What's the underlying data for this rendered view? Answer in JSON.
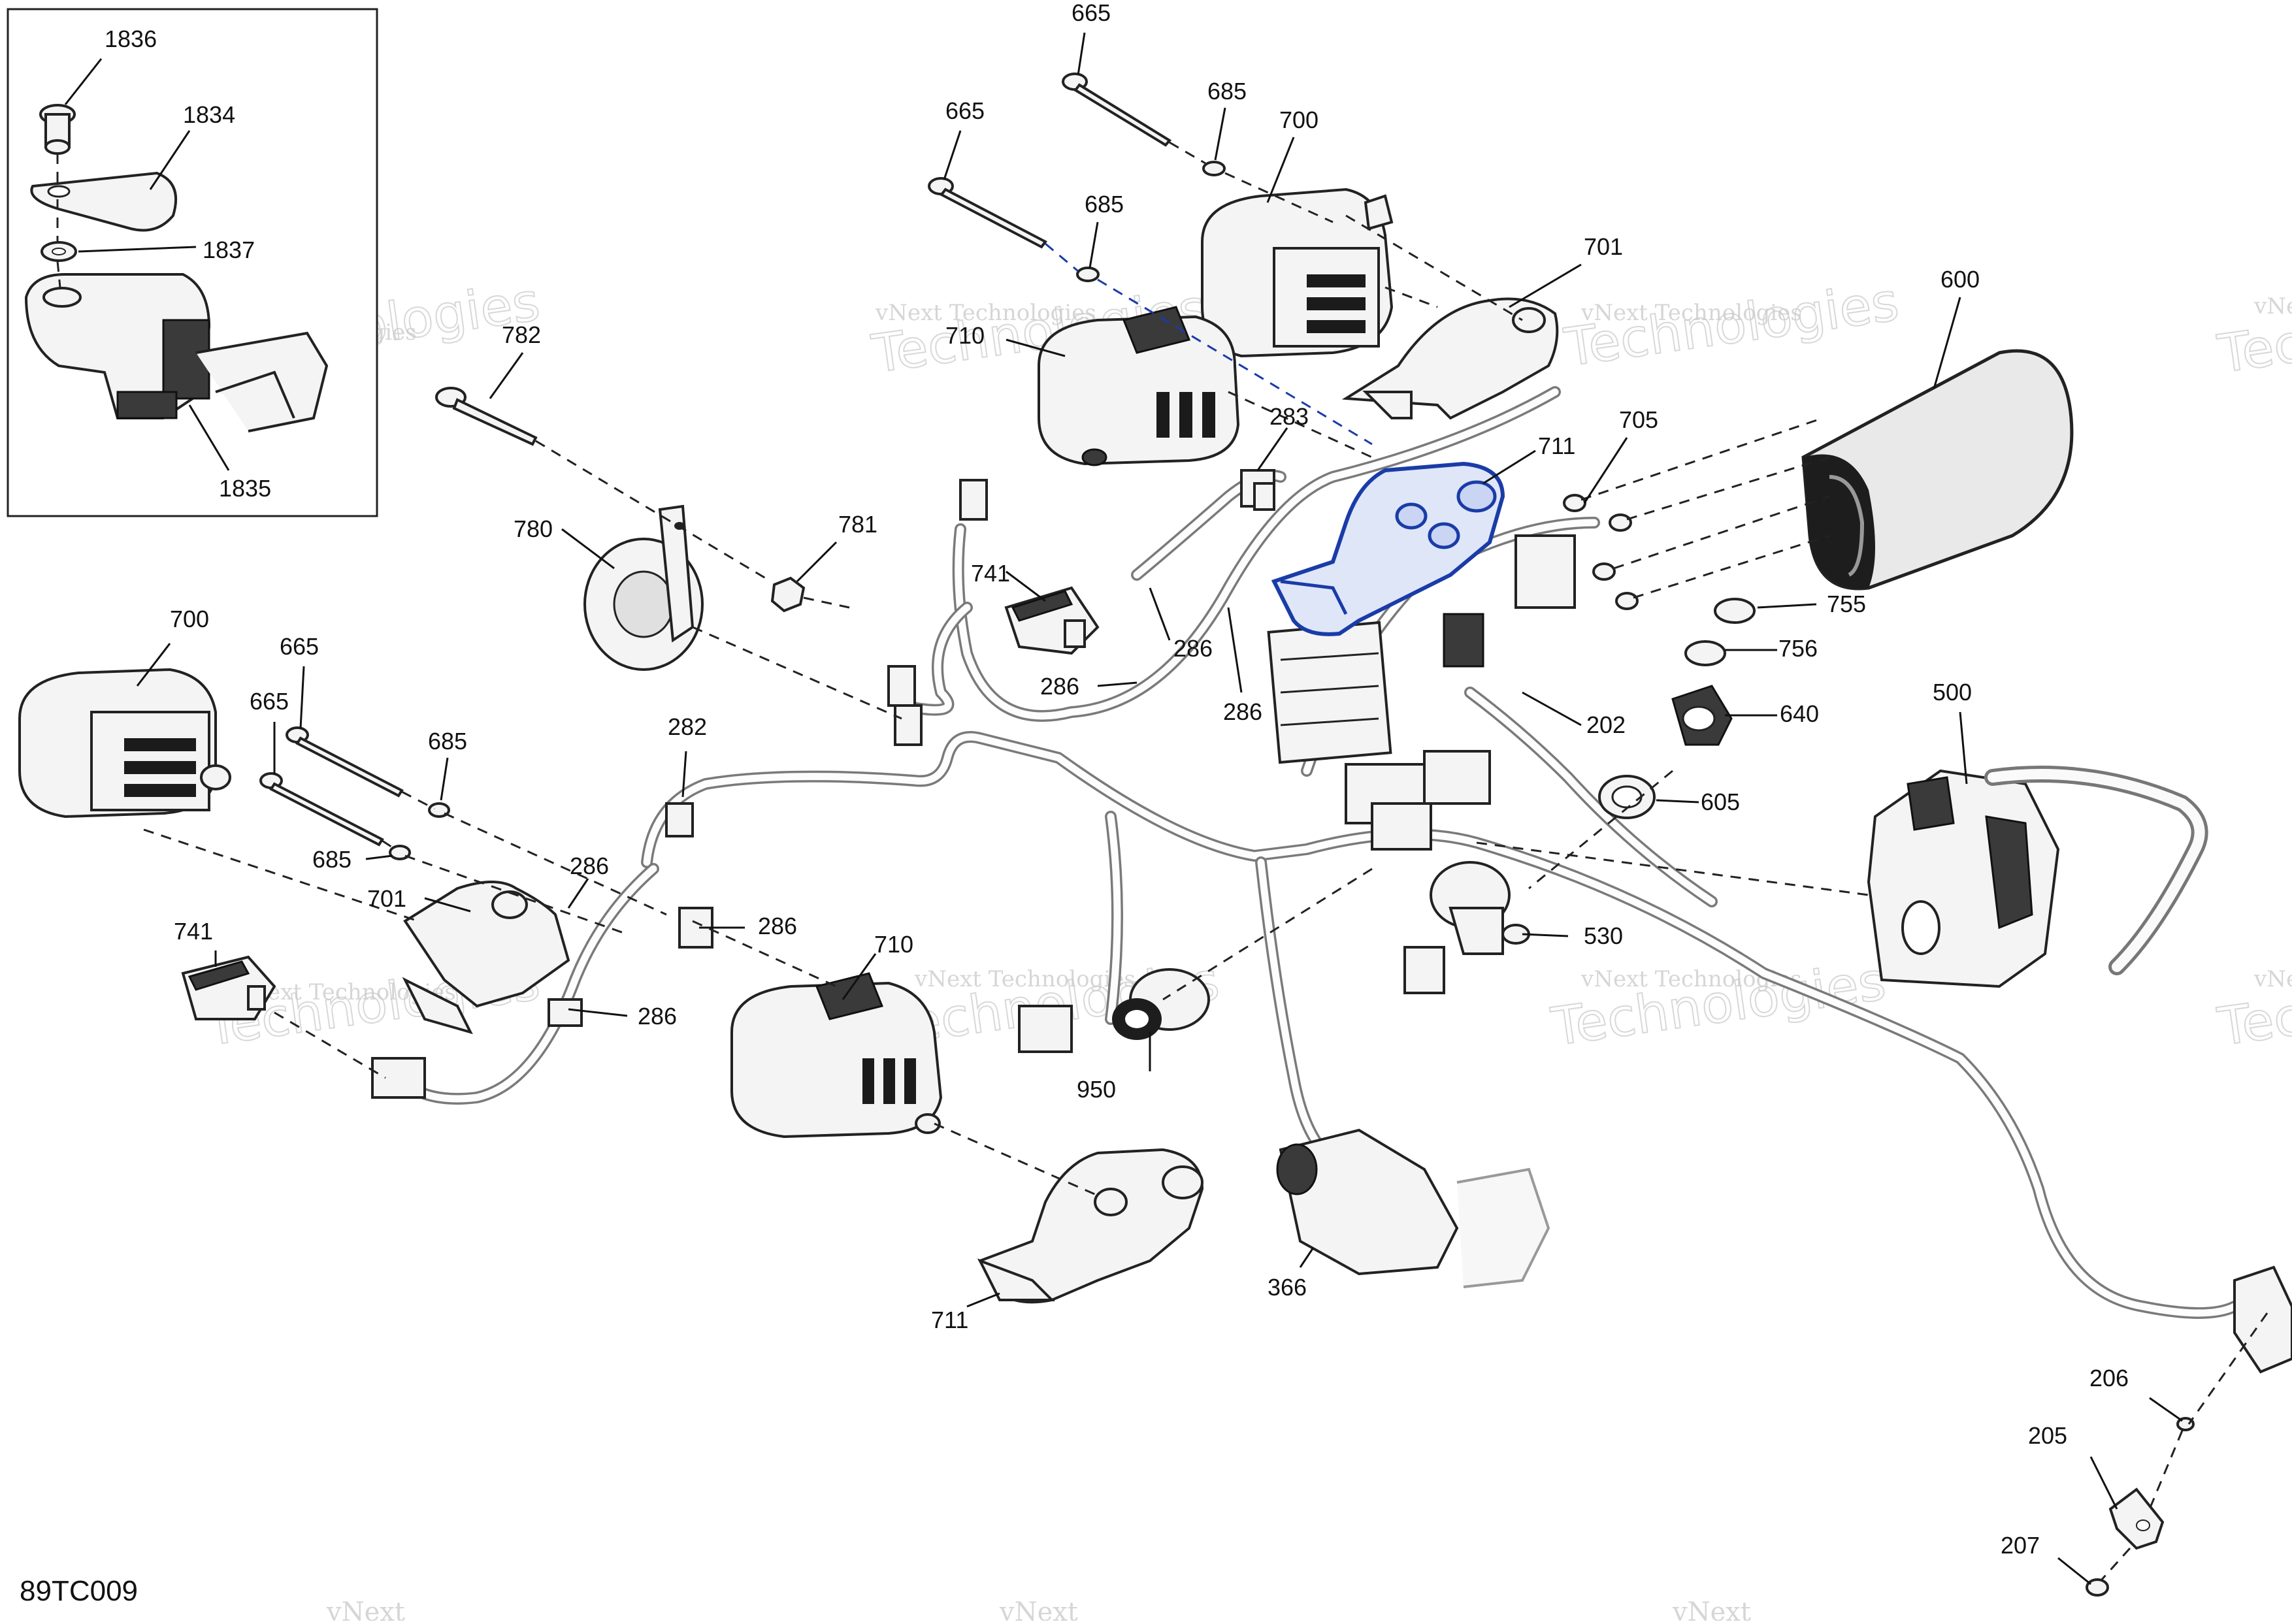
{
  "diagram": {
    "code": "89TC009",
    "watermark_small": "vNext Technologies",
    "watermark_big": "Technologies",
    "watermark_short": "vNext",
    "inset_labels": [
      {
        "id": "1836",
        "text": "1836"
      },
      {
        "id": "1834",
        "text": "1834"
      },
      {
        "id": "1837",
        "text": "1837"
      },
      {
        "id": "1835",
        "text": "1835"
      }
    ],
    "callouts": [
      {
        "text": "665"
      },
      {
        "text": "665"
      },
      {
        "text": "685"
      },
      {
        "text": "685"
      },
      {
        "text": "700"
      },
      {
        "text": "701"
      },
      {
        "text": "710"
      },
      {
        "text": "600"
      },
      {
        "text": "782"
      },
      {
        "text": "283"
      },
      {
        "text": "711"
      },
      {
        "text": "705"
      },
      {
        "text": "780"
      },
      {
        "text": "781"
      },
      {
        "text": "741"
      },
      {
        "text": "755"
      },
      {
        "text": "756"
      },
      {
        "text": "286"
      },
      {
        "text": "286"
      },
      {
        "text": "286"
      },
      {
        "text": "202"
      },
      {
        "text": "640"
      },
      {
        "text": "700"
      },
      {
        "text": "665"
      },
      {
        "text": "282"
      },
      {
        "text": "665"
      },
      {
        "text": "685"
      },
      {
        "text": "500"
      },
      {
        "text": "605"
      },
      {
        "text": "685"
      },
      {
        "text": "286"
      },
      {
        "text": "701"
      },
      {
        "text": "286"
      },
      {
        "text": "741"
      },
      {
        "text": "710"
      },
      {
        "text": "530"
      },
      {
        "text": "286"
      },
      {
        "text": "950"
      },
      {
        "text": "366"
      },
      {
        "text": "711"
      },
      {
        "text": "206"
      },
      {
        "text": "205"
      },
      {
        "text": "207"
      }
    ],
    "highlight_color": "#1a3ca8"
  }
}
